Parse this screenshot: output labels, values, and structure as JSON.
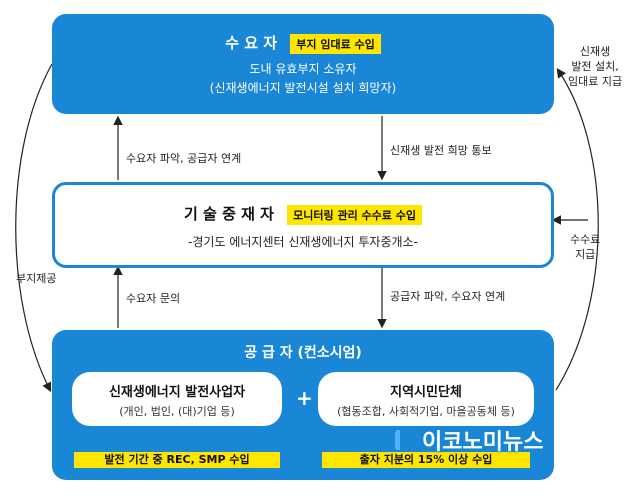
{
  "demand": {
    "title": "수 요 자",
    "badge": "부지 임대료 수입",
    "line1": "도내 유효부지 소유자",
    "line2": "(신재생에너지 발전시설 설치 희망자)"
  },
  "broker": {
    "title": "기 술 중 재 자",
    "badge": "모니터링 관리 수수료 수입",
    "line1": "-경기도 에너지센터 신재생에너지 투자중개소-"
  },
  "supply": {
    "title": "공 급 자 (컨소시엄)",
    "left_box": {
      "title": "신재생에너지 발전사업자",
      "sub": "(개인, 법인, (대)기업 등)"
    },
    "plus": "+",
    "right_box": {
      "title": "지역시민단체",
      "sub": "(협동조합, 사회적기업, 마을공동체 등)"
    },
    "left_bar": "발전 기간 중 REC, SMP 수입",
    "right_bar": "출자 지분의 15% 이상 수입"
  },
  "labels": {
    "demand_to_broker": "신재생 발전 희망 통보",
    "broker_to_demand": "수요자 파악, 공급자 연계",
    "broker_to_supply": "공급자 파악, 수요자 연계",
    "supply_to_broker": "수요자 문의",
    "land_provision": "부지제공",
    "install_1": "신재생",
    "install_2": "발전 설치,",
    "install_3": "임대료 지급",
    "fee_1": "수수료",
    "fee_2": "지급"
  },
  "watermark": "이코노미뉴스"
}
